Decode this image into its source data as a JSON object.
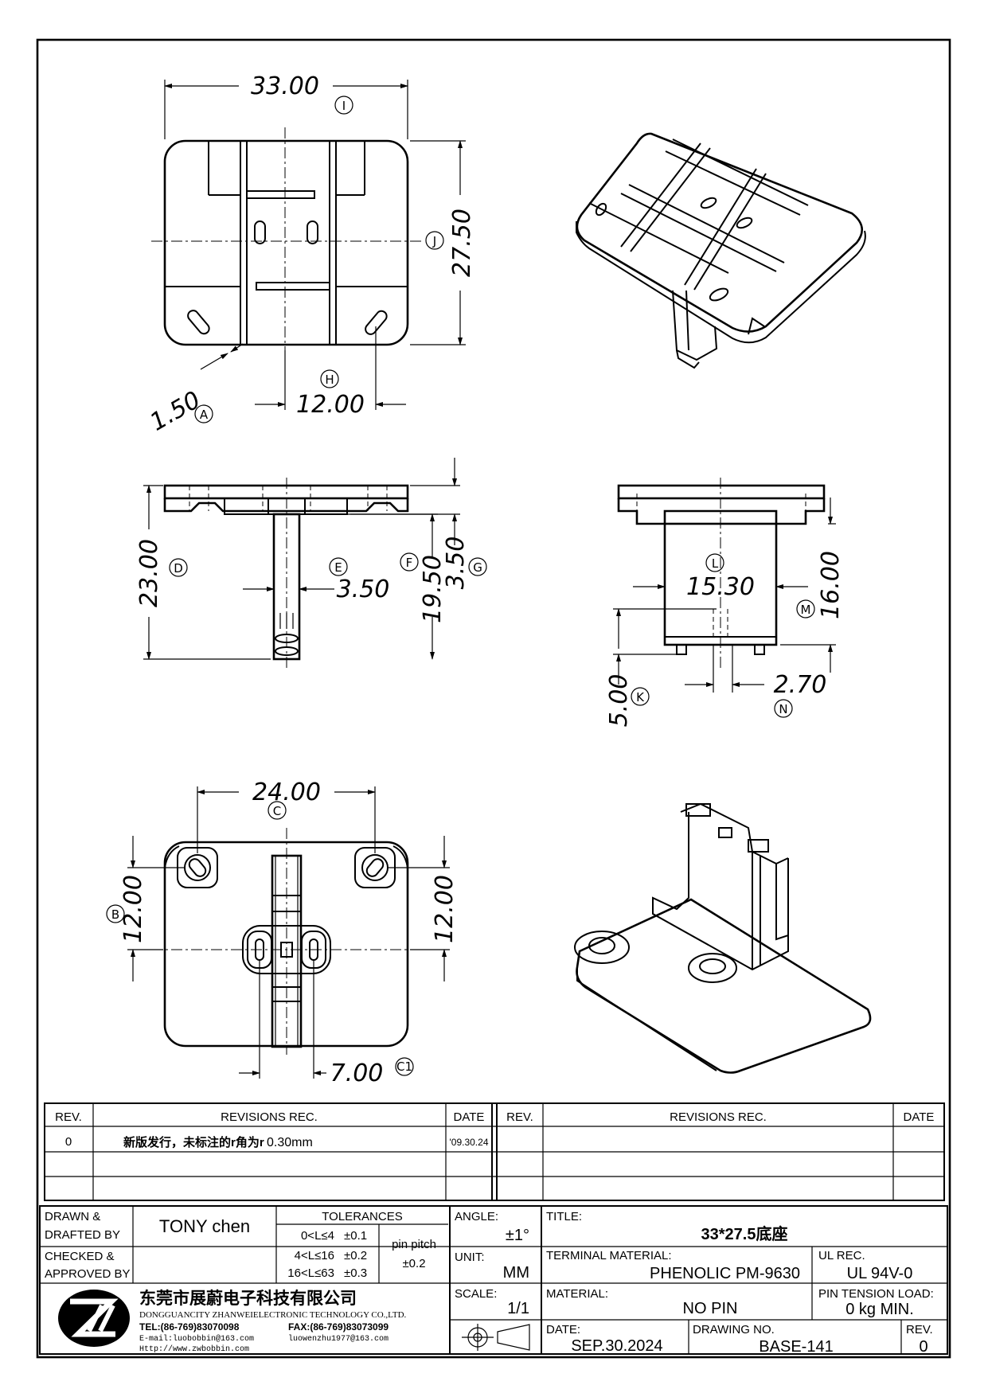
{
  "drawing": {
    "dims": {
      "d33": "33.00",
      "d27": "27.50",
      "d12a": "12.00",
      "d150": "1.50",
      "d23": "23.00",
      "d350": "3.50",
      "d1950": "19.50",
      "d350b": "3.50",
      "d1530": "15.30",
      "d16": "16.00",
      "d500": "5.00",
      "d270": "2.70",
      "d24": "24.00",
      "d12b": "12.00",
      "d12c": "12.00",
      "d700": "7.00"
    },
    "markers": {
      "A": "A",
      "B": "B",
      "C": "C",
      "C1": "C1",
      "D": "D",
      "E": "E",
      "F": "F",
      "G": "G",
      "H": "H",
      "I": "I",
      "J": "J",
      "K": "K",
      "L": "L",
      "M": "M",
      "N": "N"
    }
  },
  "revisions": {
    "headers": {
      "rev": "REV.",
      "rec": "REVISIONS   REC.",
      "date": "DATE"
    },
    "rows": [
      {
        "rev": "0",
        "rec_cn": "新版发行，未标注的r角为r",
        "rec_val": "0.30mm",
        "date": "'09.30.24"
      }
    ]
  },
  "title_block": {
    "drawn_label_1": "DRAWN &",
    "drawn_label_2": "DRAFTED BY",
    "drawn_value": "TONY chen",
    "checked_label_1": "CHECKED &",
    "checked_label_2": "APPROVED BY",
    "tolerances_label": "TOLERANCES",
    "tol_rows": [
      {
        "range": "0<L≤4",
        "tol": "±0.1"
      },
      {
        "range": "4<L≤16",
        "tol": "±0.2"
      },
      {
        "range": "16<L≤63",
        "tol": "±0.3"
      }
    ],
    "pin_pitch_label": "pin pitch",
    "pin_pitch_value": "±0.2",
    "angle_label": "ANGLE:",
    "angle_value": "±1°",
    "unit_label": "UNIT:",
    "unit_value": "MM",
    "scale_label": "SCALE:",
    "scale_value": "1/1",
    "title_label": "TITLE:",
    "title_value": "33*27.5底座",
    "terminal_label": "TERMINAL MATERIAL:",
    "terminal_value": "PHENOLIC  PM-9630",
    "ul_label": "UL REC.",
    "ul_value": "UL 94V-0",
    "material_label": "MATERIAL:",
    "material_value": "NO PIN",
    "pin_tension_label": "PIN TENSION LOAD:",
    "pin_tension_value": "0 kg  MIN.",
    "date_label": "DATE:",
    "date_value": "SEP.30.2024",
    "drawing_no_label": "DRAWING NO.",
    "drawing_no_value": "BASE-141",
    "rev_label": "REV.",
    "rev_value": "0"
  },
  "company": {
    "name_cn": "东莞市展蔚电子科技有限公司",
    "name_en": "DONGGUANCITY ZHANWEIELECTRONIC TECHNOLOGY CO.,LTD.",
    "tel": "TEL:(86-769)83070098",
    "fax": "FAX:(86-769)83073099",
    "email": "E-mail:luobobbin@163.com",
    "email2": "luowenzhu1977@163.com",
    "web": "Http://www.zwbobbin.com"
  }
}
